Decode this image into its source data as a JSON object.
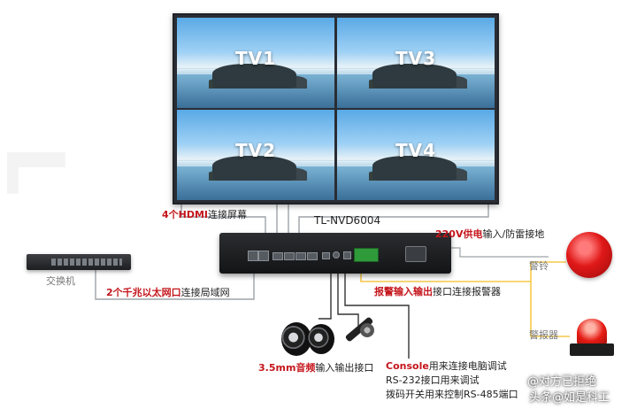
{
  "screens": [
    "TV1",
    "TV3",
    "TV2",
    "TV4"
  ],
  "device": {
    "model": "TL-NVD6004"
  },
  "peripherals": {
    "switch": "交换机",
    "bell": "警铃",
    "alarm": "警报器"
  },
  "annotations": {
    "hdmi": {
      "highlight": "4个HDMI",
      "rest": "连接屏幕"
    },
    "power": {
      "highlight": "220V供电",
      "rest": "输入/防雷接地"
    },
    "lan": {
      "highlight": "2个千兆以太网口",
      "rest": "连接局域网"
    },
    "alarm_io": {
      "highlight": "报警输入输出",
      "rest": "接口连接报警器"
    },
    "audio": {
      "highlight": "3.5mm音频",
      "rest": "输入输出接口"
    },
    "console": {
      "highlight": "Console",
      "rest": "用来连接电脑调试",
      "line2": "RS-232接口用来调试",
      "line3": "拨码开关用来控制RS-485端口"
    }
  },
  "watermarks": {
    "w1": "@对方已拒绝",
    "w2": "头条@如是科工"
  },
  "colors": {
    "accent_red": "#c4161c",
    "line_grey": "#9ea3a8",
    "alarm_line": "#f5c84a"
  }
}
